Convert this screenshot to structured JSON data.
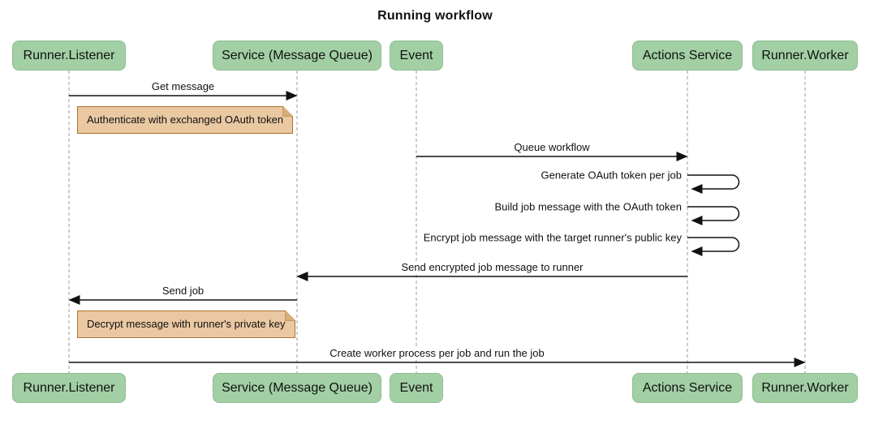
{
  "title": "Running workflow",
  "diagram": {
    "type": "sequence",
    "participants": [
      {
        "id": "runner-listener",
        "label": "Runner.Listener"
      },
      {
        "id": "service-mq",
        "label": "Service (Message Queue)"
      },
      {
        "id": "event",
        "label": "Event"
      },
      {
        "id": "actions-service",
        "label": "Actions Service"
      },
      {
        "id": "runner-worker",
        "label": "Runner.Worker"
      }
    ],
    "messages": [
      {
        "kind": "arrow",
        "from": "runner-listener",
        "to": "service-mq",
        "label": "Get message"
      },
      {
        "kind": "note",
        "over": "runner-listener",
        "label": "Authenticate with exchanged OAuth token"
      },
      {
        "kind": "arrow",
        "from": "event",
        "to": "actions-service",
        "label": "Queue workflow"
      },
      {
        "kind": "self",
        "on": "actions-service",
        "label": "Generate OAuth token per job"
      },
      {
        "kind": "self",
        "on": "actions-service",
        "label": "Build job message with the OAuth token"
      },
      {
        "kind": "self",
        "on": "actions-service",
        "label": "Encrypt job message with the target runner's public key"
      },
      {
        "kind": "arrow",
        "from": "actions-service",
        "to": "service-mq",
        "label": "Send encrypted job message to runner"
      },
      {
        "kind": "arrow",
        "from": "service-mq",
        "to": "runner-listener",
        "label": "Send job"
      },
      {
        "kind": "note",
        "over": "runner-listener",
        "label": "Decrypt message with runner's private key"
      },
      {
        "kind": "arrow",
        "from": "runner-listener",
        "to": "runner-worker",
        "label": "Create worker process per job and run the job"
      }
    ]
  },
  "colors": {
    "actor_fill": "#A2CFA4",
    "actor_border": "#8FBE93",
    "note_fill": "#EAC8A2",
    "note_border": "#AA7332",
    "line": "#111111",
    "lifeline": "#9B9B9B",
    "text": "#111111",
    "background": "#FFFFFF"
  }
}
